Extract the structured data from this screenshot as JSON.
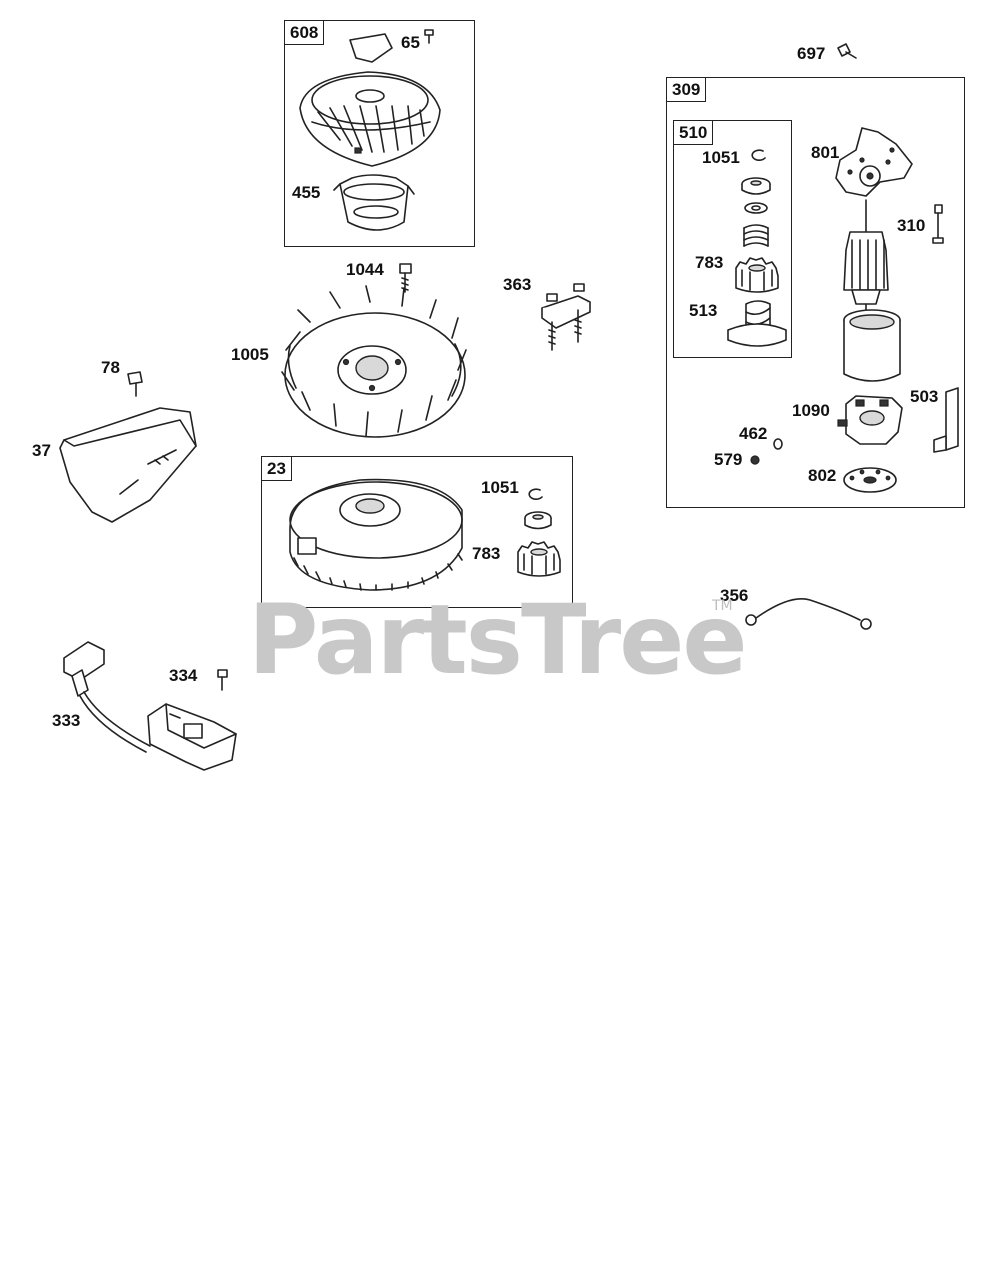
{
  "watermark": {
    "brand": "PartsTree",
    "trademark": "TM"
  },
  "groups": {
    "g608": {
      "number": "608"
    },
    "g309": {
      "number": "309"
    },
    "g510": {
      "number": "510"
    },
    "g23": {
      "number": "23"
    }
  },
  "labels": {
    "p608_65": "65",
    "p608_455": "455",
    "p697": "697",
    "p1044": "1044",
    "p363": "363",
    "p1005": "1005",
    "p78": "78",
    "p37": "37",
    "p510_1051": "1051",
    "p510_783": "783",
    "p510_513": "513",
    "p801": "801",
    "p310": "310",
    "p503": "503",
    "p1090": "1090",
    "p462": "462",
    "p579": "579",
    "p802": "802",
    "p23_1051": "1051",
    "p23_783": "783",
    "p356": "356",
    "p334": "334",
    "p333": "333"
  }
}
